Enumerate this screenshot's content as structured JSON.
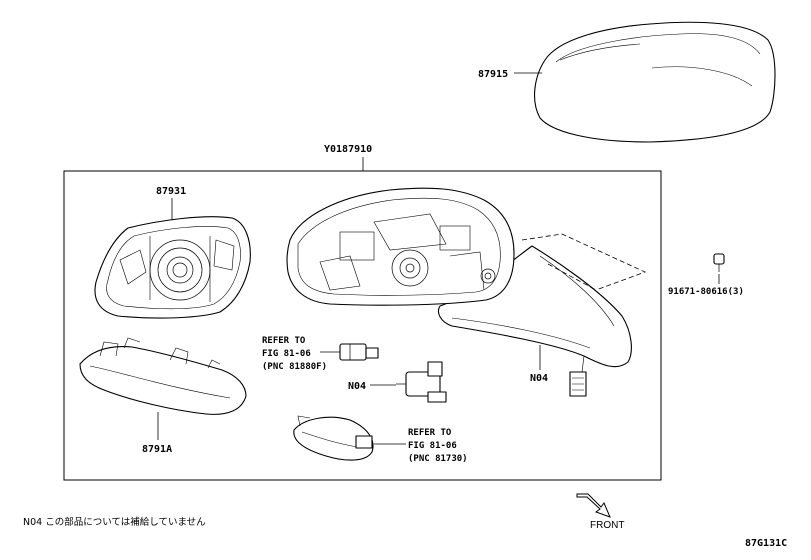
{
  "labels": {
    "cover": "87915",
    "assembly": "Y0187910",
    "glass": "87931",
    "turn_lamp": "8791A",
    "bolt": "91671-80616(3)",
    "n04_motor": "N04",
    "n04_body": "N04",
    "refer1_line1": "REFER TO",
    "refer1_line2": "FIG 81-06",
    "refer1_line3": "(PNC 81880F)",
    "refer2_line1": "REFER TO",
    "refer2_line2": "FIG 81-06",
    "refer2_line3": "(PNC 81730)"
  },
  "note": "N04 この部品については補給していません",
  "front_label": "FRONT",
  "illustration_code": "87G131C"
}
